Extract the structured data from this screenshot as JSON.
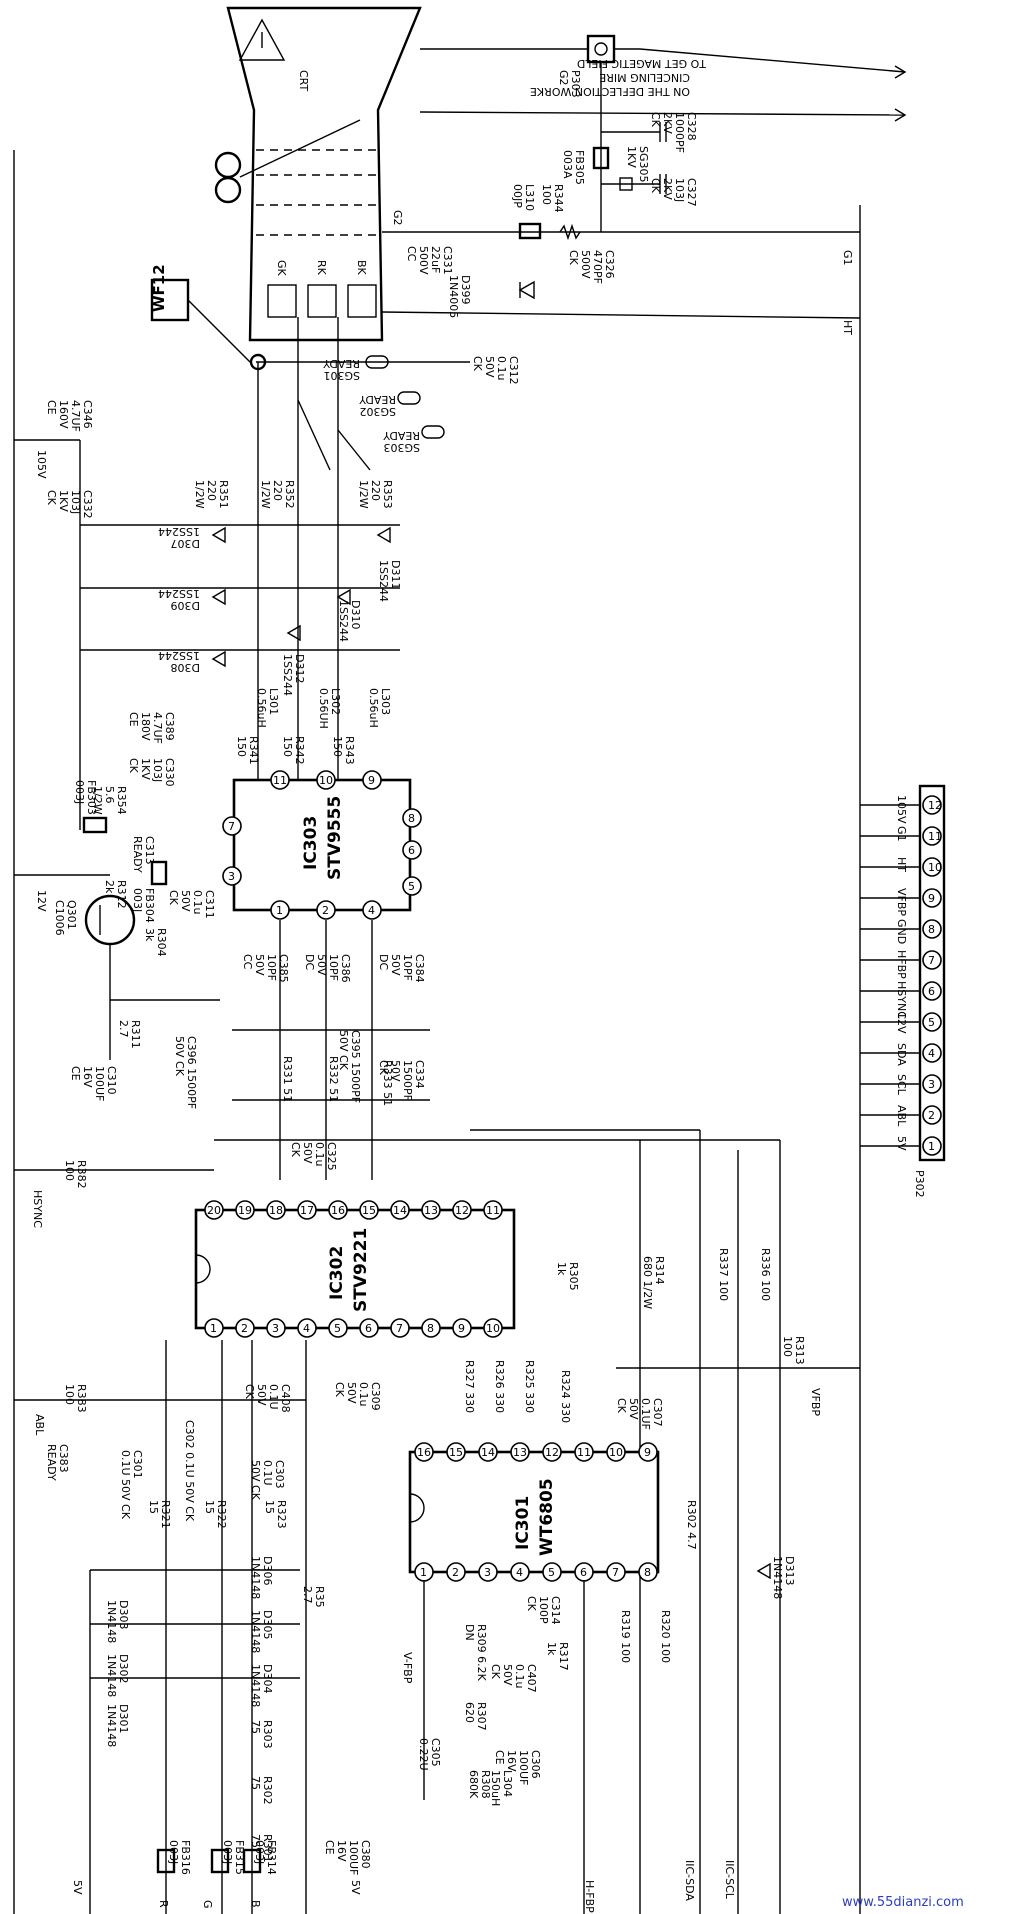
{
  "crt": {
    "tube": "CRT",
    "gk": "GK",
    "rk": "RK",
    "bk": "BK",
    "g2": "G2",
    "note_line1": "TO GET MAGETIC FIELD",
    "note_line2": "CINCELING MIRE",
    "note_line3": "ON THE DEFLECTION WORKE",
    "wf": "WF12"
  },
  "ics": {
    "ic303": {
      "ref": "IC303",
      "part": "STV9555",
      "pins": [
        "1",
        "2",
        "3",
        "4",
        "5",
        "6",
        "7",
        "8",
        "9",
        "10",
        "11"
      ]
    },
    "ic302": {
      "ref": "IC302",
      "part": "STV9221",
      "pins": [
        "1",
        "2",
        "3",
        "4",
        "5",
        "6",
        "7",
        "8",
        "9",
        "10",
        "11",
        "12",
        "13",
        "14",
        "15",
        "16",
        "17",
        "18",
        "19",
        "20"
      ]
    },
    "ic301": {
      "ref": "IC301",
      "part": "WT6805",
      "pins": [
        "1",
        "2",
        "3",
        "4",
        "5",
        "6",
        "7",
        "8",
        "9",
        "10",
        "11",
        "12",
        "13",
        "14",
        "15",
        "16"
      ]
    }
  },
  "connector": {
    "ref": "P302",
    "pins": [
      {
        "num": "1",
        "name": "5V"
      },
      {
        "num": "2",
        "name": "ABL"
      },
      {
        "num": "3",
        "name": "SCL"
      },
      {
        "num": "4",
        "name": "SDA"
      },
      {
        "num": "5",
        "name": "12V"
      },
      {
        "num": "6",
        "name": "HSYNC"
      },
      {
        "num": "7",
        "name": "HFBP"
      },
      {
        "num": "8",
        "name": "GND"
      },
      {
        "num": "9",
        "name": "VFBP"
      },
      {
        "num": "10",
        "name": "HT"
      },
      {
        "num": "11",
        "name": "G1"
      },
      {
        "num": "12",
        "name": "105V"
      }
    ]
  },
  "nets": {
    "v105": "105V",
    "v12": "12V",
    "hsync": "HSYNC",
    "abl": "ABL",
    "vfbp": "VFBP",
    "g1": "G1",
    "ht": "HT",
    "v5": "5V",
    "r": "R",
    "g": "G",
    "b": "B",
    "vfbp2": "V-FBP",
    "hfbp": "H-FBP",
    "iic_sda": "IIC-SDA",
    "iic_scl": "IIC-SCL"
  },
  "labels": {
    "p303": "P303\nG2",
    "fb305": "FB305\n003A",
    "c328": "C328\n1000PF\n2KV\nCK",
    "sg305": "SG305\n1KV",
    "c327": "C327\n103J\n2KV\nCK",
    "l310": "L310\n00JP",
    "r344": "R344\n100",
    "c331": "C331\n22uF\n500V\nCC",
    "c326": "C326\n470PF\n500V\nCK",
    "d399": "D399\n1N4005",
    "c312": "C312\n0.1u\n50V\nCK",
    "sg301": "SG301\nREADY",
    "sg302": "SG302\nREADY",
    "sg303": "SG303\nREADY",
    "c346": "C346\n4.7UF\n160V\nCE",
    "c332": "C332\n103J\n1KV\nCK",
    "r351": "R351\n220\n1/2W",
    "r352": "R352\n220\n1/2W",
    "r353": "R353\n220\n1/2W",
    "d307": "D307\n1SS244",
    "d311": "D311\n1SS244",
    "d309": "D309\n1SS244",
    "d310": "D310\n1SS244",
    "d308": "D308\n1SS244",
    "d312": "D312\n1SS244",
    "l301": "L301\n0.56uH",
    "l302": "L302\n0.56UH",
    "l303": "L303\n0.56uH",
    "c389": "C389\n4.7UF\n180V\nCE",
    "c330": "C330\n103J\n1KV\nCK",
    "r341": "R341\n150",
    "r342": "R342\n150",
    "r343": "R343\n150",
    "fb303": "FB303\n003J",
    "r354": "R354\n5.6\n1/2W",
    "c313": "C313\nREADY",
    "fb304": "FB304\n003J",
    "c311": "C311\n0.1u\n50V\nCK",
    "q301": "Q301\nC1006",
    "r312": "R312\n2k",
    "r304": "R304\n3k",
    "c385": "C385\n10PF\n50V\nCC",
    "c386": "C386\n10PF\n50V\nDC",
    "c384": "C384\n10PF\n50V\nDC",
    "r311": "R311\n2.7",
    "c310": "C310\n100UF\n16V\nCE",
    "c396": "C396 1500PF\n50V CK",
    "r331": "R331 51",
    "r332": "R332 51",
    "c395": "C395 1500PF\n50V CK",
    "r333": "R333 51",
    "c334": "C334\n1500PF\n50V\nCK",
    "r382": "R382\n100",
    "c325": "C325\n0.1u\n50V\nCK",
    "r305": "R305\n1k",
    "r314": "R314\n680 1/2W",
    "r337": "R337 100",
    "r336": "R336 100",
    "r383": "R383\n100",
    "c408": "C408\n0.1U\n50V\nCK",
    "c383": "C383\nREADY",
    "c309": "C309\n0.1u\n50V\nCK",
    "r327": "R327 330",
    "r326": "R326 330",
    "r325": "R325 330",
    "r324": "R324 330",
    "c307": "C307\n0.1UF\n50V\nCK",
    "r313": "R313\n100",
    "c301": "C301\n0.1U 50V CK",
    "c302": "C302 0.1U 50V CK",
    "c303": "C303\n0.1U\n50V CK",
    "r321": "R321\n15",
    "r322": "R322\n15",
    "r323": "R323\n15",
    "d306": "D306\n1N4148",
    "d305": "D305\n1N4148",
    "d304": "D304\n1N4148",
    "d303": "D303\n1N4148",
    "d302": "D302\n1N4148",
    "d301": "D301\n1N4148",
    "r35": "R35\n2.7",
    "r303": "R303\n75",
    "r302": "R302\n75",
    "r301": "R301\n75",
    "r309": "R309 6.2K\nDN",
    "r307": "R307\n620",
    "c305": "C305\n0.22U",
    "r308": "R308\n680K",
    "l304": "L304\n150uH",
    "c407": "C407\n0.1u\n50V\nCK",
    "c306": "C306\n100UF\n16V\nCE",
    "c314": "C314\n100P\nCK",
    "r317": "R317\n1k",
    "r319": "R319 100",
    "r320": "R320 100",
    "r302b": "R302 4.7",
    "d313": "D313\n1N4148",
    "fb316": "FB316\n003J",
    "fb315": "FB315\n003J",
    "fb314": "FB314\n003J",
    "c380": "C380\n100UF\n16V\nCE"
  },
  "watermark": "www.55dianzi.com"
}
